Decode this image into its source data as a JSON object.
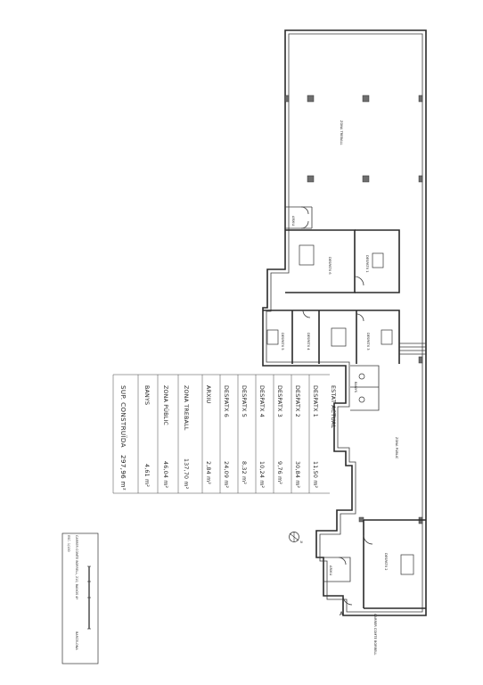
{
  "rooms": {
    "zona_treball": "ZONA TREBALL",
    "arxiu_top": "ARXIU",
    "despatx_6": "DESPATX 6",
    "despatx_1": "DESPATX 1",
    "despatx_5": "DESPATX 5",
    "despatx_4": "DESPATX 4",
    "despatx_3": "DESPATX 3",
    "banys": "BANYS",
    "zona_public": "ZONA PÚBLIC",
    "despatx_2": "DESPATX 2",
    "arxiu_bottom": "ARXIU",
    "entrance_mark": "A",
    "street": "CARRER COMTE BORRELL"
  },
  "table": {
    "heading": "ESTAT ACTUAL",
    "rows": [
      {
        "label": "DESPATX 1",
        "value": "11,50 m²"
      },
      {
        "label": "DESPATX 2",
        "value": "30,84 m²"
      },
      {
        "label": "DESPATX 3",
        "value": "9,76 m²"
      },
      {
        "label": "DESPATX 4",
        "value": "10,24 m²"
      },
      {
        "label": "DESPATX 5",
        "value": "8,32 m²"
      },
      {
        "label": "DESPATX 6",
        "value": "24,09 m²"
      },
      {
        "label": "ARXIU",
        "value": "2,84 m²"
      },
      {
        "label": "ZONA TREBALL",
        "value": "137,70 m²"
      },
      {
        "label": "ZONA PÚBLIC",
        "value": "46,04 m²"
      },
      {
        "label": "BANYS",
        "value": "4,61 m²"
      }
    ],
    "total_label": "SUP. CONSTRUÏDA",
    "total_value": "297,96 m²"
  },
  "titleblock": {
    "address": "CARRER COMTE BORRELL, 210, BAIXOS 4ª",
    "city": "BARCELONA",
    "scale": "ESC. 1/100"
  },
  "north_label": "N"
}
